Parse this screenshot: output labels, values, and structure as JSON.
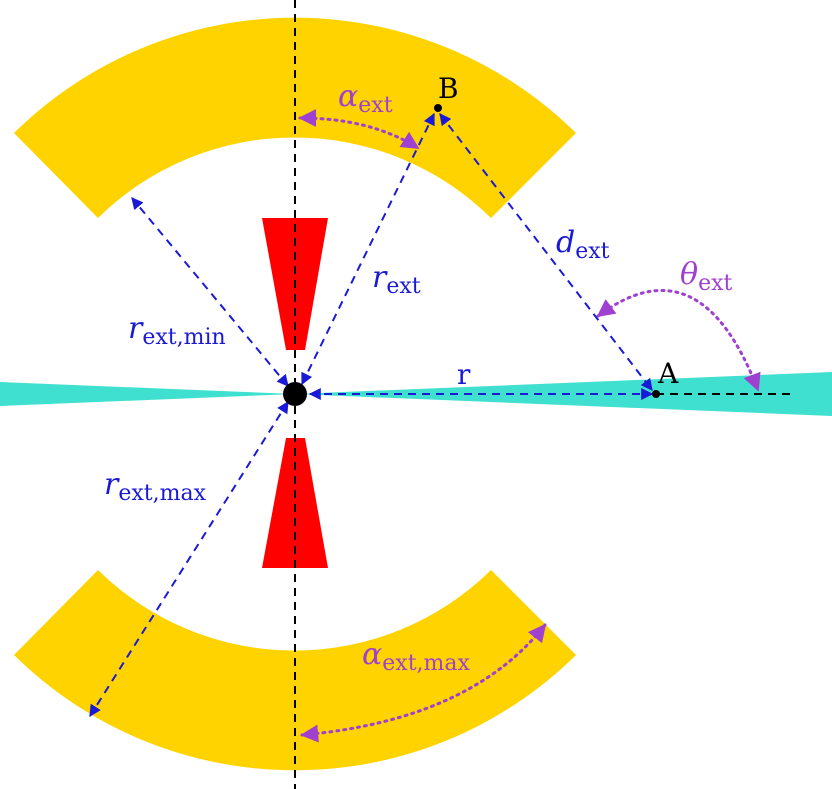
{
  "colors": {
    "outer_ring": "#FFD300",
    "inner_torus": "#FF0000",
    "disk": "#40E0D0",
    "center_object": "#000000",
    "radial_arrows": "#1a1ad6",
    "angle_arrows": "#a040d0",
    "axes": "#000000"
  },
  "points": {
    "A": "A",
    "B": "B"
  },
  "labels": {
    "r": "r",
    "r_ext": {
      "main": "r",
      "sub": "ext"
    },
    "r_ext_min": {
      "main": "r",
      "sub": "ext,min"
    },
    "r_ext_max": {
      "main": "r",
      "sub": "ext,max"
    },
    "d_ext": {
      "main": "d",
      "sub": "ext"
    },
    "alpha_ext": {
      "main": "α",
      "sub": "ext"
    },
    "alpha_ext_max": {
      "main": "α",
      "sub": "ext,max"
    },
    "theta_ext": {
      "main": "θ",
      "sub": "ext"
    }
  }
}
